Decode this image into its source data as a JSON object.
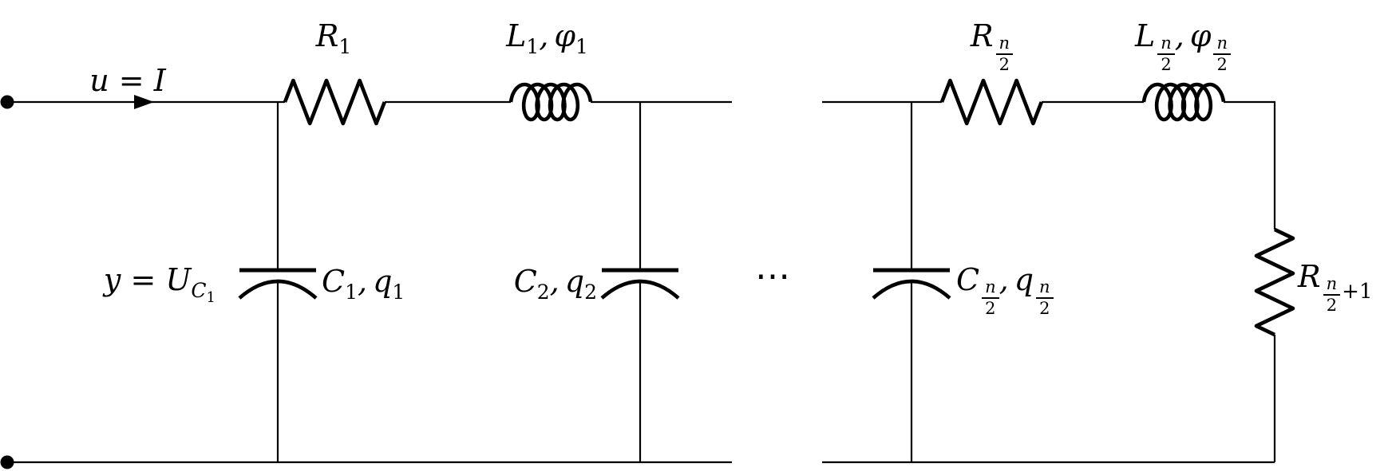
{
  "diagram": "RLC ladder network circuit",
  "colors": {
    "ink": "#000000",
    "background": "#ffffff"
  },
  "labels": {
    "input": "u = I",
    "output": {
      "pre": "y = U",
      "sub": "C",
      "subsub": "1"
    },
    "r1": {
      "base": "R",
      "sub": "1"
    },
    "l1": {
      "base": "L",
      "sub": "1",
      "sep": ",",
      "base2": "φ",
      "sub2": "1"
    },
    "c1": {
      "base": "C",
      "sub": "1",
      "sep": ",",
      "base2": "q",
      "sub2": "1"
    },
    "c2": {
      "base": "C",
      "sub": "2",
      "sep": ",",
      "base2": "q",
      "sub2": "2"
    },
    "ellipsis": "⋯",
    "rn": {
      "base": "R",
      "num": "n",
      "den": "2"
    },
    "ln": {
      "base": "L",
      "num": "n",
      "den": "2",
      "sep": ",",
      "base2": "φ",
      "num2": "n",
      "den2": "2"
    },
    "cn": {
      "base": "C",
      "num": "n",
      "den": "2",
      "sep": ",",
      "base2": "q",
      "num2": "n",
      "den2": "2"
    },
    "rn1": {
      "base": "R",
      "num": "n",
      "den": "2",
      "suffix": "+1"
    }
  }
}
